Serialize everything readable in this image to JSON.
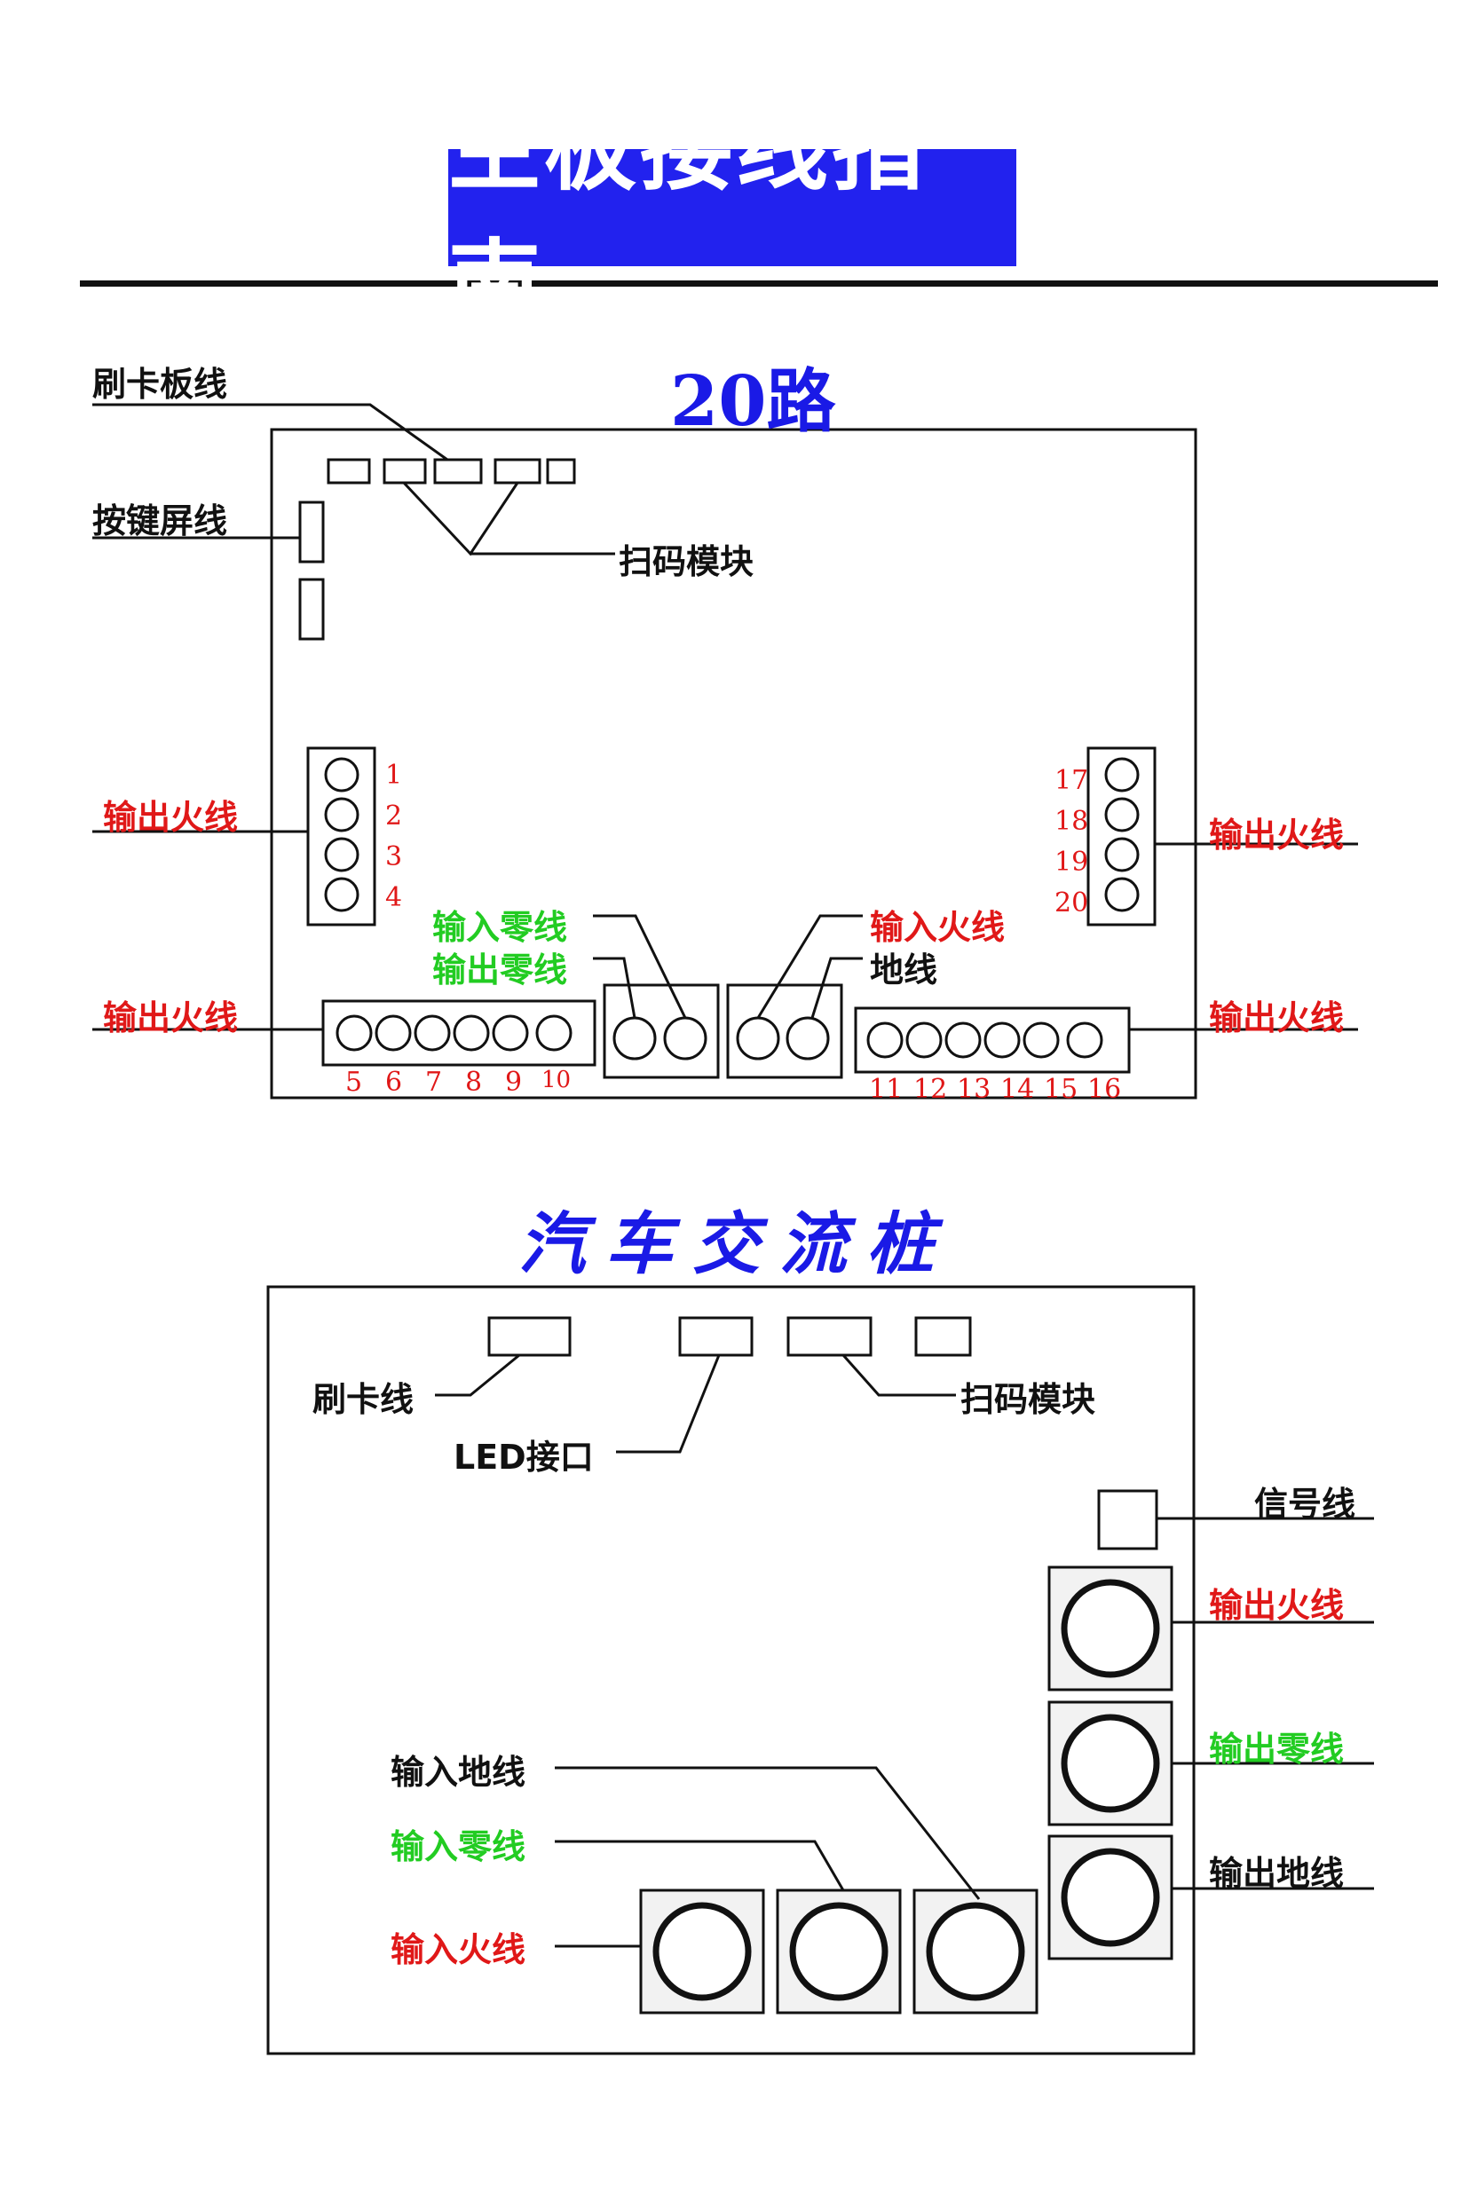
{
  "main_title": "主板接线指南",
  "section1": {
    "title": "20路",
    "labels": {
      "card_reader": "刷卡板线",
      "keypad": "按键屏线",
      "scan_module": "扫码模块",
      "out_live_left_top": "输出火线",
      "out_live_left_bottom": "输出火线",
      "out_live_right_top": "输出火线",
      "out_live_right_bottom": "输出火线",
      "in_neutral": "输入零线",
      "out_neutral": "输出零线",
      "in_live": "输入火线",
      "ground": "地线"
    },
    "port_numbers": {
      "left": [
        "1",
        "2",
        "3",
        "4"
      ],
      "right": [
        "17",
        "18",
        "19",
        "20"
      ],
      "bottom_left": [
        "5",
        "6",
        "7",
        "8",
        "9",
        "10"
      ],
      "bottom_right": [
        "11",
        "12",
        "13",
        "14",
        "15",
        "16"
      ]
    }
  },
  "section2": {
    "title": "汽车交流桩",
    "labels": {
      "card_line": "刷卡线",
      "led_port": "LED接口",
      "scan_module": "扫码模块",
      "signal": "信号线",
      "out_live": "输出火线",
      "out_neutral": "输出零线",
      "out_ground": "输出地线",
      "in_ground": "输入地线",
      "in_neutral": "输入零线",
      "in_live": "输入火线"
    }
  },
  "colors": {
    "banner": "#2222ee",
    "title_blue": "#1a1ae6",
    "red": "#e01818",
    "green": "#22cc22",
    "black": "#111111"
  }
}
